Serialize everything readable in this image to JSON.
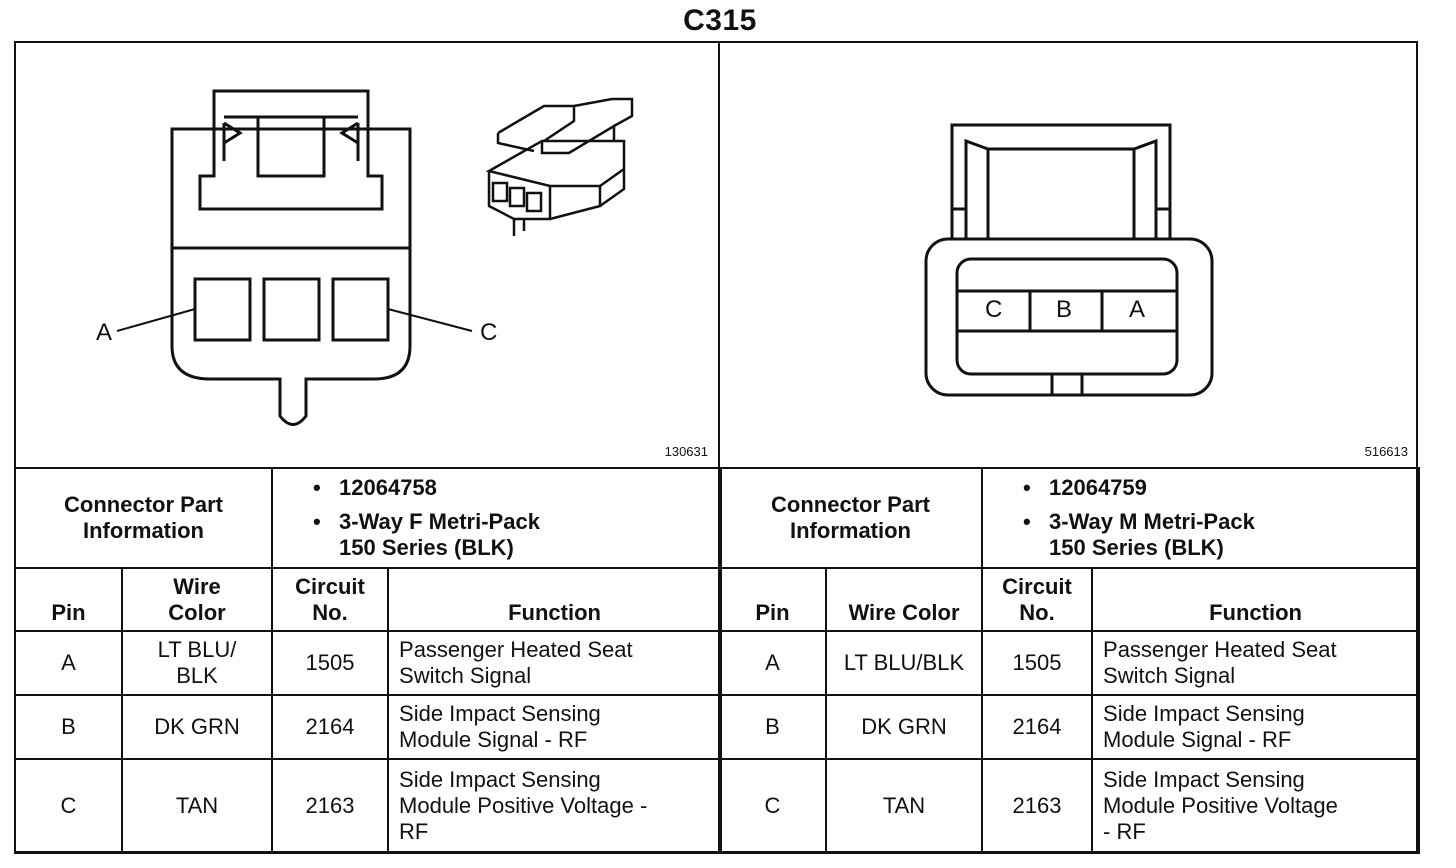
{
  "title": "C315",
  "left": {
    "figure_id": "130631",
    "pin_labels": [
      "A",
      "C"
    ],
    "part_header": "Connector Part Information",
    "part_number": "12064758",
    "part_desc_line1": "3-Way F Metri-Pack",
    "part_desc_line2": "150 Series (BLK)",
    "col_pin": "Pin",
    "col_wire": "Wire Color",
    "col_circuit": "Circuit No.",
    "col_function": "Function",
    "rows": [
      {
        "pin": "A",
        "wire": "LT BLU/ BLK",
        "circuit": "1505",
        "function": "Passenger Heated Seat Switch Signal"
      },
      {
        "pin": "B",
        "wire": "DK GRN",
        "circuit": "2164",
        "function": "Side Impact Sensing Module Signal - RF"
      },
      {
        "pin": "C",
        "wire": "TAN",
        "circuit": "2163",
        "function": "Side Impact Sensing Module Positive Voltage - RF"
      }
    ]
  },
  "right": {
    "figure_id": "516613",
    "pin_labels": [
      "C",
      "B",
      "A"
    ],
    "part_header": "Connector Part Information",
    "part_number": "12064759",
    "part_desc_line1": "3-Way M Metri-Pack",
    "part_desc_line2": "150 Series (BLK)",
    "col_pin": "Pin",
    "col_wire": "Wire Color",
    "col_circuit": "Circuit No.",
    "col_function": "Function",
    "rows": [
      {
        "pin": "A",
        "wire": "LT BLU/BLK",
        "circuit": "1505",
        "function": "Passenger Heated Seat Switch Signal"
      },
      {
        "pin": "B",
        "wire": "DK GRN",
        "circuit": "2164",
        "function": "Side Impact Sensing Module Signal - RF"
      },
      {
        "pin": "C",
        "wire": "TAN",
        "circuit": "2163",
        "function": "Side Impact Sensing Module Positive Voltage - RF"
      }
    ]
  }
}
